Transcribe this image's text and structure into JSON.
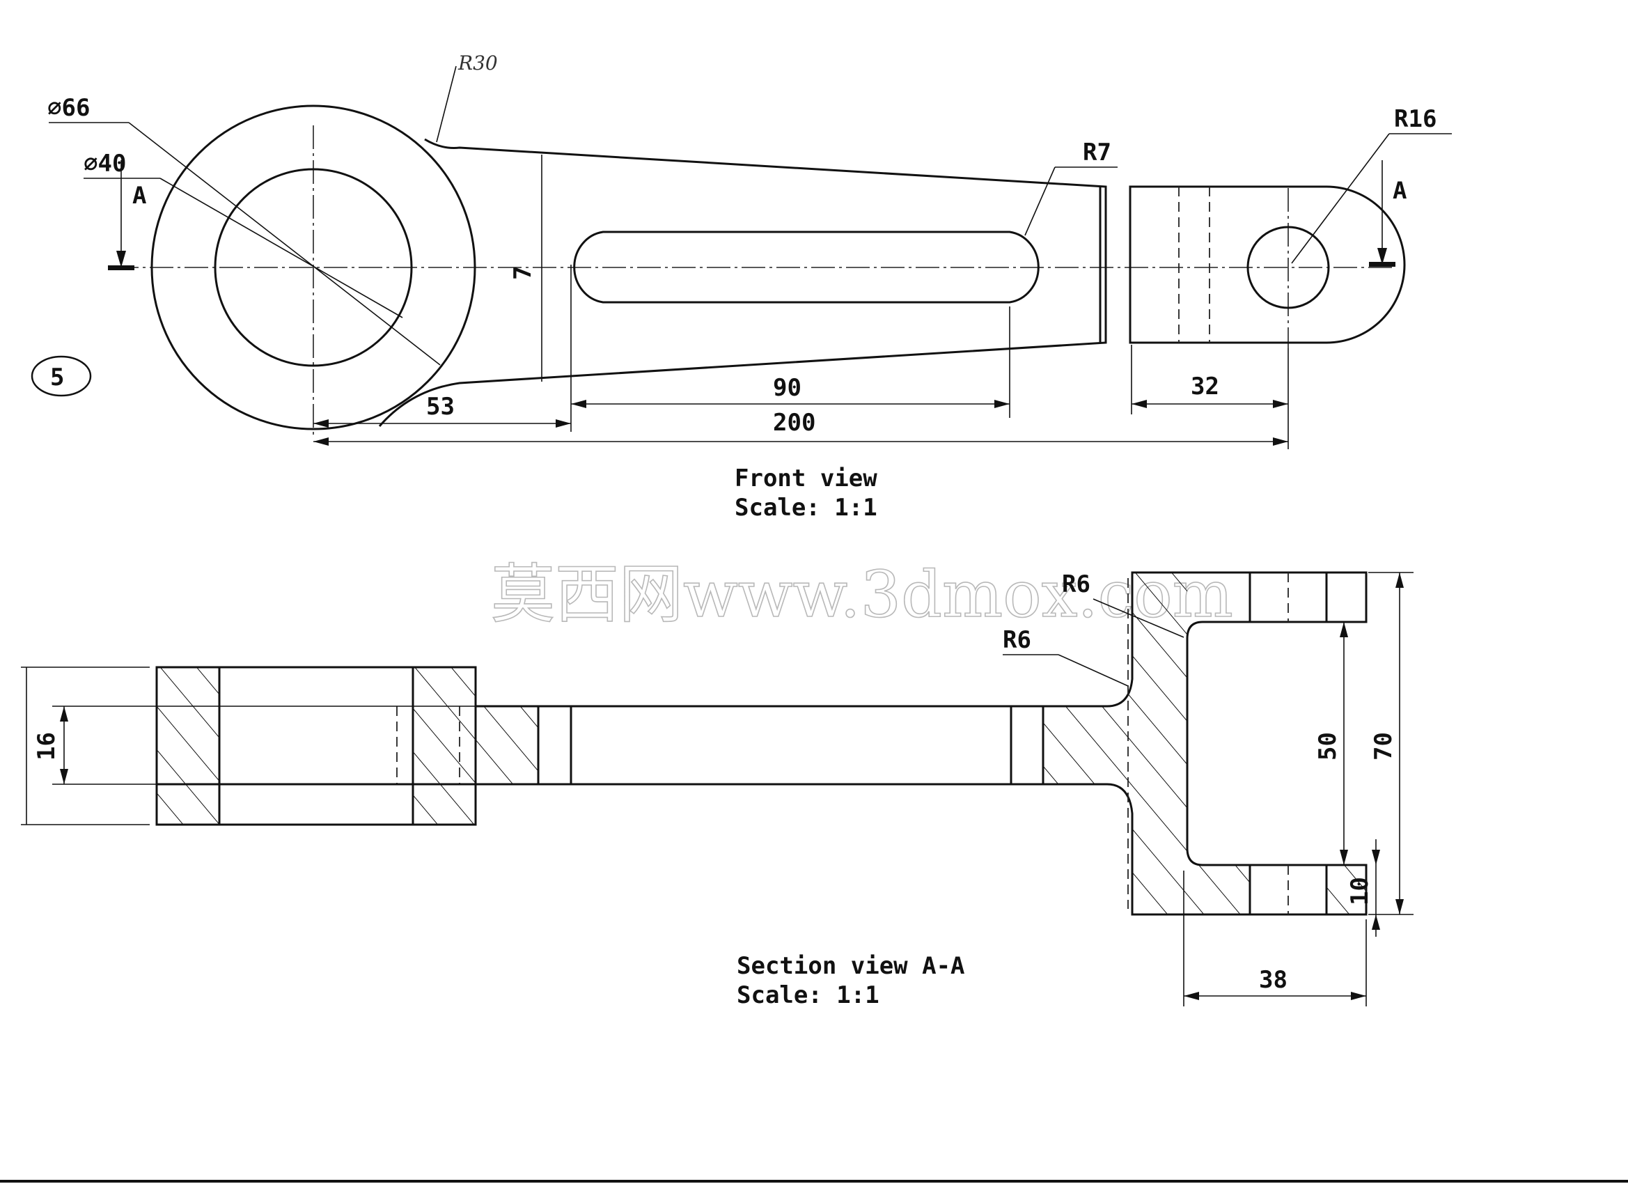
{
  "front_view": {
    "caption_line1": "Front view",
    "caption_line2": "Scale:  1:1",
    "section_mark": "A",
    "dimensions": {
      "big_diameter": "∅66",
      "bore_diameter": "∅40",
      "fillet_top": "R30",
      "slot_end_radius": "R7",
      "end_radius": "R16",
      "rib_thickness": "7",
      "center_to_slot": "53",
      "slot_length": "90",
      "total_length": "200",
      "end_block": "32"
    }
  },
  "section_view": {
    "caption_line1": "Section view A-A",
    "caption_line2": "Scale:  1:1",
    "dimensions": {
      "fillet_a": "R6",
      "fillet_b": "R6",
      "thickness": "16",
      "inner_gap": "50",
      "overall_height": "70",
      "flange": "10",
      "fork_depth": "38"
    }
  },
  "sheet_mark": "5",
  "watermark": "莫西网www.3dmox.com"
}
